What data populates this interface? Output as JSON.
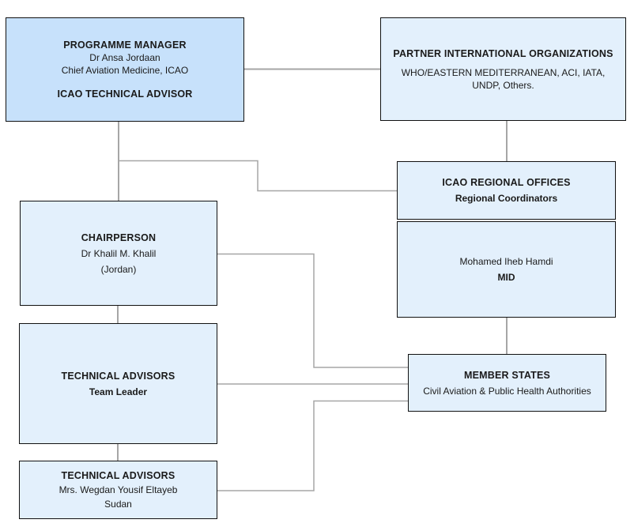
{
  "diagram": {
    "nodes": {
      "programme_manager": {
        "title": "PROGRAMME MANAGER",
        "name": "Dr Ansa Jordaan",
        "role": "Chief Aviation Medicine, ICAO",
        "subtitle": "ICAO TECHNICAL ADVISOR"
      },
      "partner_orgs": {
        "title": "PARTNER INTERNATIONAL ORGANIZATIONS",
        "line1": "WHO/EASTERN MEDITERRANEAN, ACI, IATA,",
        "line2": "UNDP, Others."
      },
      "regional_offices": {
        "title": "ICAO REGIONAL OFFICES",
        "subtitle": "Regional Coordinators"
      },
      "mid": {
        "name": "Mohamed Iheb Hamdi",
        "region": "MID"
      },
      "chairperson": {
        "title": "CHAIRPERSON",
        "name": "Dr Khalil M. Khalil",
        "country": "(Jordan)"
      },
      "tech_advisors_lead": {
        "title": "TECHNICAL ADVISORS",
        "subtitle": "Team Leader"
      },
      "tech_advisors_member": {
        "title": "TECHNICAL ADVISORS",
        "name": "Mrs. Wegdan Yousif Eltayeb",
        "country": "Sudan"
      },
      "member_states": {
        "title": "MEMBER STATES",
        "subtitle": "Civil Aviation & Public Health Authorities"
      }
    },
    "edges": [
      [
        "programme_manager",
        "partner_orgs"
      ],
      [
        "programme_manager",
        "chairperson"
      ],
      [
        "programme_manager",
        "regional_offices"
      ],
      [
        "partner_orgs",
        "regional_offices"
      ],
      [
        "mid",
        "member_states"
      ],
      [
        "chairperson",
        "tech_advisors_lead"
      ],
      [
        "tech_advisors_lead",
        "tech_advisors_member"
      ],
      [
        "chairperson",
        "member_states"
      ],
      [
        "tech_advisors_lead",
        "member_states"
      ],
      [
        "tech_advisors_member",
        "member_states"
      ]
    ]
  }
}
